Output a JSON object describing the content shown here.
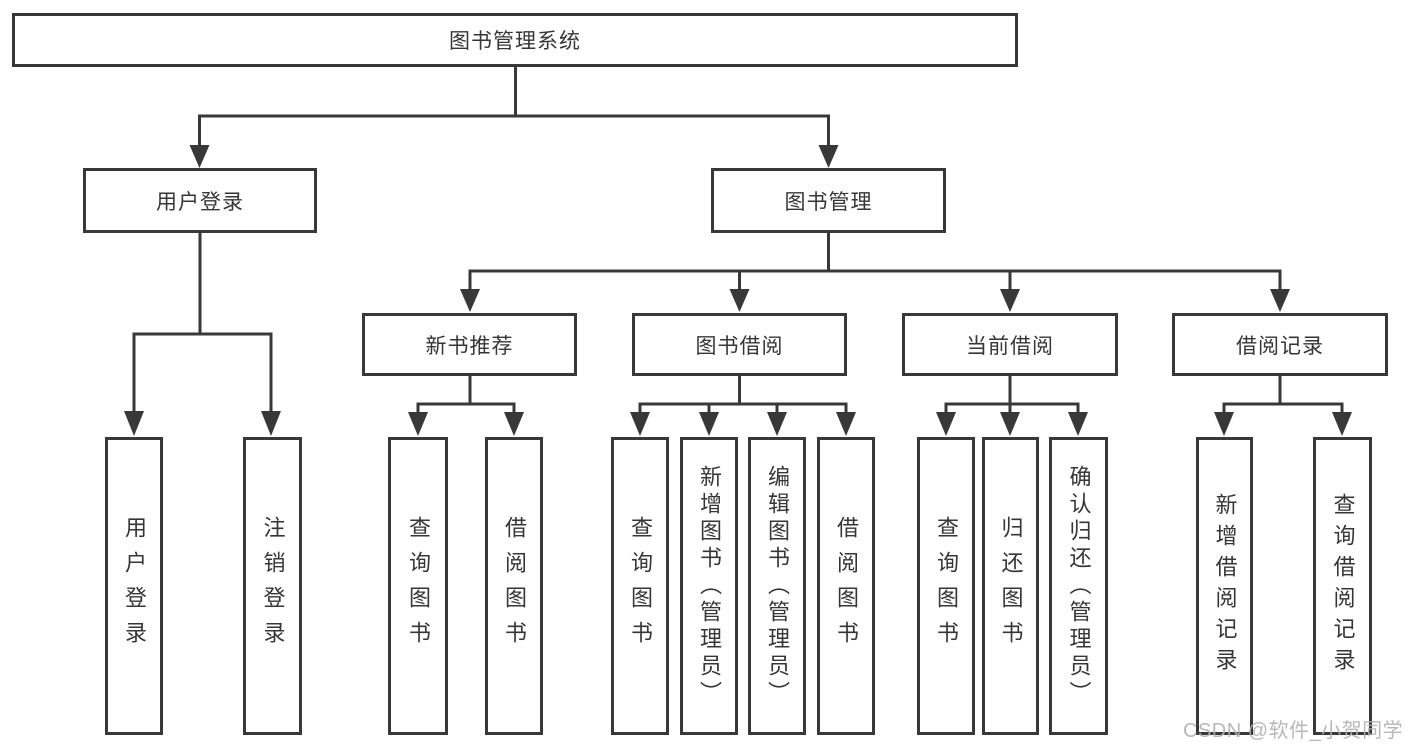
{
  "diagram": {
    "root": {
      "label": "图书管理系统"
    },
    "level2": [
      {
        "label": "用户登录"
      },
      {
        "label": "图书管理"
      }
    ],
    "level3": [
      {
        "label": "新书推荐"
      },
      {
        "label": "图书借阅"
      },
      {
        "label": "当前借阅"
      },
      {
        "label": "借阅记录"
      }
    ],
    "leaves_user": [
      {
        "label": "用户登录"
      },
      {
        "label": "注销登录"
      }
    ],
    "leaves_recommend": [
      {
        "label": "查询图书"
      },
      {
        "label": "借阅图书"
      }
    ],
    "leaves_borrow": [
      {
        "label": "查询图书"
      },
      {
        "label": "新增图书（管理员）"
      },
      {
        "label": "编辑图书（管理员）"
      },
      {
        "label": "借阅图书"
      }
    ],
    "leaves_current": [
      {
        "label": "查询图书"
      },
      {
        "label": "归还图书"
      },
      {
        "label": "确认归还（管理员）"
      }
    ],
    "leaves_records": [
      {
        "label": "新增借阅记录"
      },
      {
        "label": "查询借阅记录"
      }
    ]
  },
  "watermark": {
    "text": "CSDN @软件_小贺同学"
  },
  "colors": {
    "line": "#383838",
    "box_border": "#383838",
    "text": "#363636",
    "background": "#ffffff",
    "watermark": "#b2b2b2"
  }
}
